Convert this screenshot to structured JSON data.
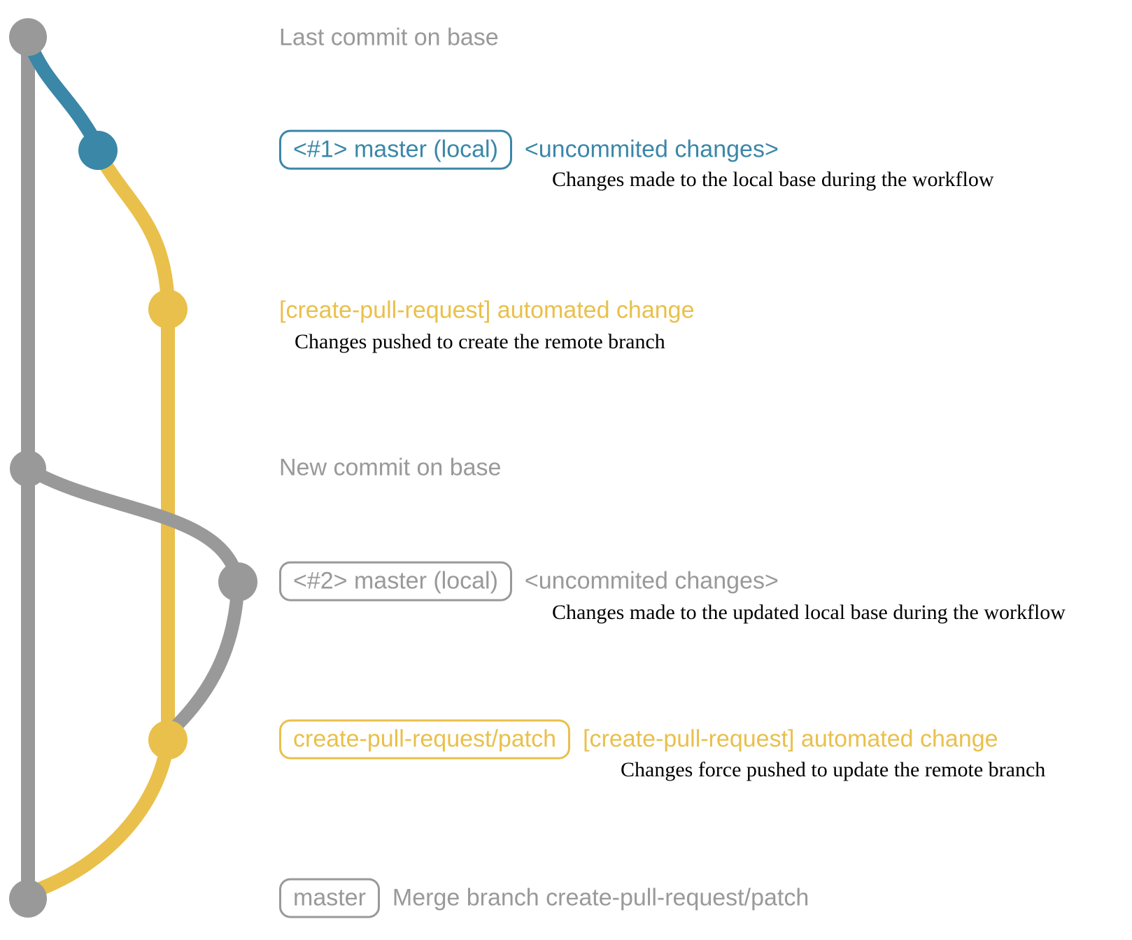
{
  "diagram_title": "create-pull-request action git workflow diagram",
  "colors": {
    "gray": "#999999",
    "blue": "#3a87a8",
    "yellow": "#e9c04b",
    "description_text": "#000000",
    "background": "#ffffff"
  },
  "graph": {
    "branches": [
      {
        "name": "base",
        "color": "#999999"
      },
      {
        "name": "master-local",
        "color": "#3a87a8"
      },
      {
        "name": "create-pull-request-patch",
        "color": "#e9c04b"
      }
    ],
    "commit_dots": [
      {
        "name": "last-commit-on-base",
        "color": "#999999"
      },
      {
        "name": "master-local-1",
        "color": "#3a87a8"
      },
      {
        "name": "patch-created",
        "color": "#e9c04b"
      },
      {
        "name": "new-commit-on-base",
        "color": "#999999"
      },
      {
        "name": "master-local-2",
        "color": "#999999"
      },
      {
        "name": "patch-updated",
        "color": "#e9c04b"
      },
      {
        "name": "merge-commit",
        "color": "#999999"
      }
    ]
  },
  "rows": {
    "row1": {
      "label": "Last commit on base"
    },
    "row2": {
      "badge": "<#1> master (local)",
      "message": "<uncommited changes>",
      "description": "Changes made to the local base during the workflow"
    },
    "row3": {
      "message": "[create-pull-request] automated change",
      "description": "Changes pushed to create the remote branch"
    },
    "row4": {
      "label": "New commit on base"
    },
    "row5": {
      "badge": "<#2> master (local)",
      "message": "<uncommited changes>",
      "description": "Changes made to the updated local base during the workflow"
    },
    "row6": {
      "badge": "create-pull-request/patch",
      "message": "[create-pull-request] automated change",
      "description": "Changes force pushed to update the remote branch"
    },
    "row7": {
      "badge": "master",
      "message": "Merge branch create-pull-request/patch"
    }
  }
}
